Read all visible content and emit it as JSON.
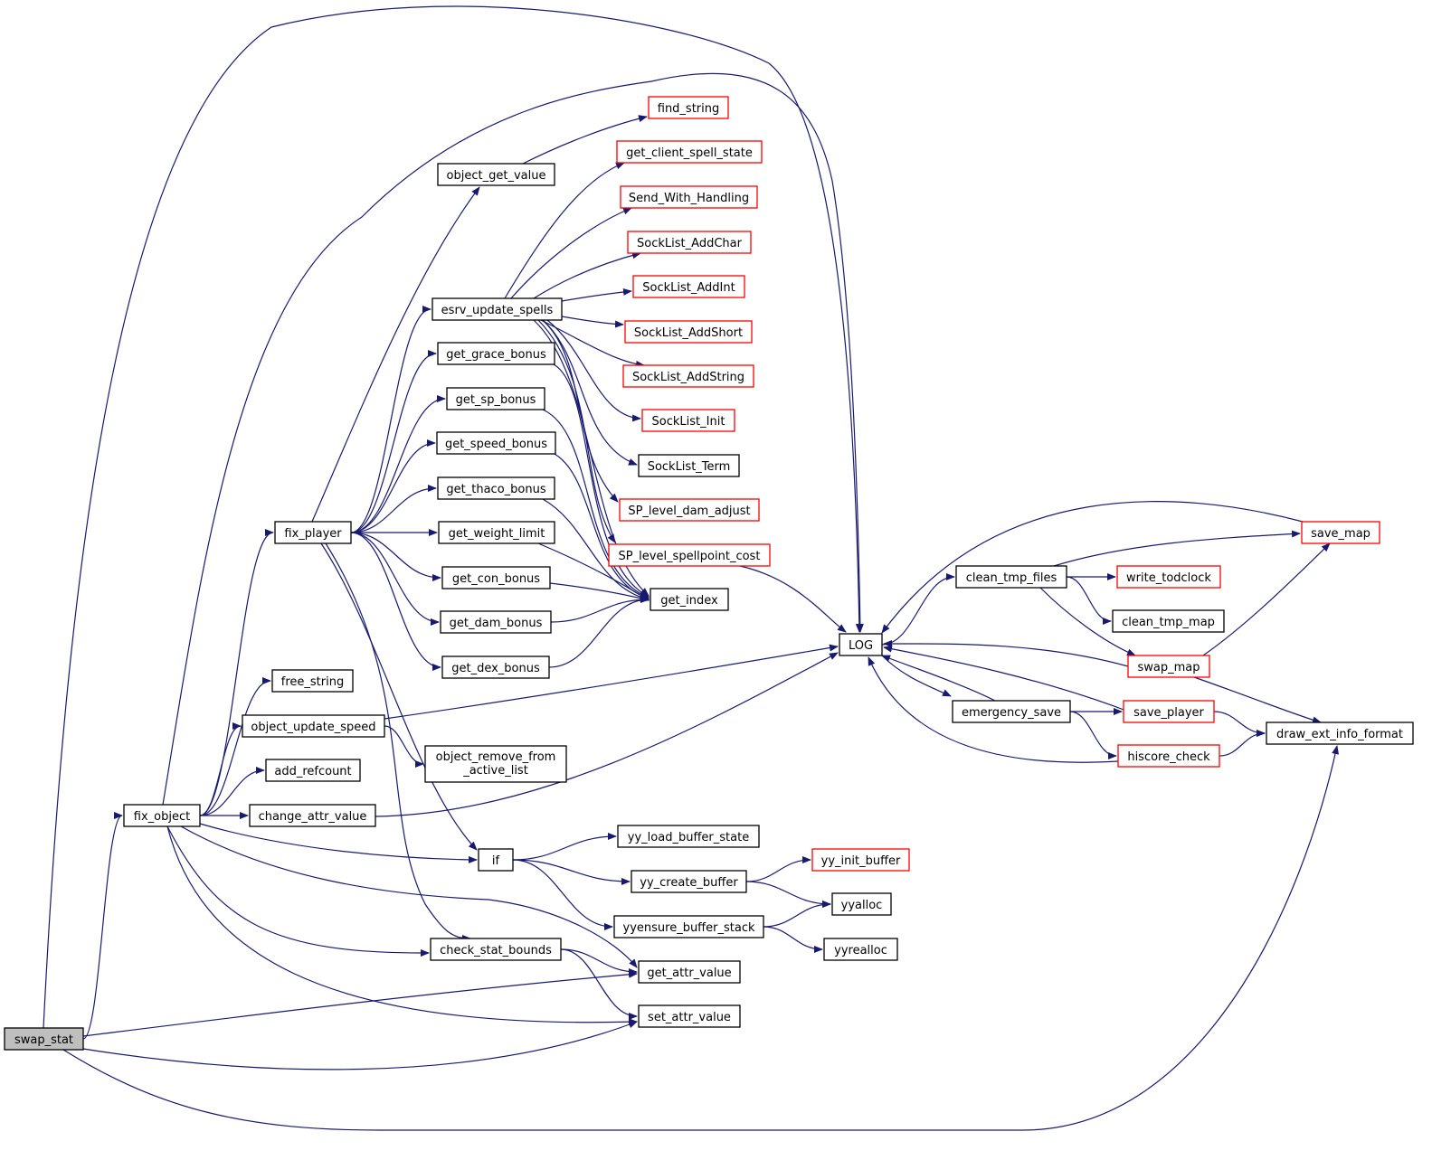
{
  "diagram": {
    "title": "",
    "colors": {
      "edge": "#191970",
      "normal_border": "#000000",
      "truncated_border": "#ff0000",
      "root_fill": "#bfbfbf",
      "node_fill": "#ffffff"
    },
    "nodes": [
      {
        "id": "swap_stat",
        "label": "swap_stat",
        "kind": "root"
      },
      {
        "id": "fix_object",
        "label": "fix_object",
        "kind": "normal"
      },
      {
        "id": "fix_player",
        "label": "fix_player",
        "kind": "normal"
      },
      {
        "id": "free_string",
        "label": "free_string",
        "kind": "normal"
      },
      {
        "id": "object_update_speed",
        "label": "object_update_speed",
        "kind": "normal"
      },
      {
        "id": "add_refcount",
        "label": "add_refcount",
        "kind": "normal"
      },
      {
        "id": "change_attr_value",
        "label": "change_attr_value",
        "kind": "normal"
      },
      {
        "id": "object_get_value",
        "label": "object_get_value",
        "kind": "normal"
      },
      {
        "id": "esrv_update_spells",
        "label": "esrv_update_spells",
        "kind": "normal"
      },
      {
        "id": "get_grace_bonus",
        "label": "get_grace_bonus",
        "kind": "normal"
      },
      {
        "id": "get_sp_bonus",
        "label": "get_sp_bonus",
        "kind": "normal"
      },
      {
        "id": "get_speed_bonus",
        "label": "get_speed_bonus",
        "kind": "normal"
      },
      {
        "id": "get_thaco_bonus",
        "label": "get_thaco_bonus",
        "kind": "normal"
      },
      {
        "id": "get_weight_limit",
        "label": "get_weight_limit",
        "kind": "normal"
      },
      {
        "id": "get_con_bonus",
        "label": "get_con_bonus",
        "kind": "normal"
      },
      {
        "id": "get_dam_bonus",
        "label": "get_dam_bonus",
        "kind": "normal"
      },
      {
        "id": "get_dex_bonus",
        "label": "get_dex_bonus",
        "kind": "normal"
      },
      {
        "id": "object_remove_from_active_list",
        "label": "object_remove_from",
        "label2": "_active_list",
        "kind": "normal"
      },
      {
        "id": "if",
        "label": "if",
        "kind": "normal"
      },
      {
        "id": "check_stat_bounds",
        "label": "check_stat_bounds",
        "kind": "normal"
      },
      {
        "id": "find_string",
        "label": "find_string",
        "kind": "truncated"
      },
      {
        "id": "get_client_spell_state",
        "label": "get_client_spell_state",
        "kind": "truncated"
      },
      {
        "id": "Send_With_Handling",
        "label": "Send_With_Handling",
        "kind": "truncated"
      },
      {
        "id": "SockList_AddChar",
        "label": "SockList_AddChar",
        "kind": "truncated"
      },
      {
        "id": "SockList_AddInt",
        "label": "SockList_AddInt",
        "kind": "truncated"
      },
      {
        "id": "SockList_AddShort",
        "label": "SockList_AddShort",
        "kind": "truncated"
      },
      {
        "id": "SockList_AddString",
        "label": "SockList_AddString",
        "kind": "truncated"
      },
      {
        "id": "SockList_Init",
        "label": "SockList_Init",
        "kind": "truncated"
      },
      {
        "id": "SockList_Term",
        "label": "SockList_Term",
        "kind": "normal"
      },
      {
        "id": "SP_level_dam_adjust",
        "label": "SP_level_dam_adjust",
        "kind": "truncated"
      },
      {
        "id": "SP_level_spellpoint_cost",
        "label": "SP_level_spellpoint_cost",
        "kind": "truncated"
      },
      {
        "id": "get_index",
        "label": "get_index",
        "kind": "normal"
      },
      {
        "id": "yy_load_buffer_state",
        "label": "yy_load_buffer_state",
        "kind": "normal"
      },
      {
        "id": "yy_create_buffer",
        "label": "yy_create_buffer",
        "kind": "normal"
      },
      {
        "id": "yyensure_buffer_stack",
        "label": "yyensure_buffer_stack",
        "kind": "normal"
      },
      {
        "id": "get_attr_value",
        "label": "get_attr_value",
        "kind": "normal"
      },
      {
        "id": "set_attr_value",
        "label": "set_attr_value",
        "kind": "normal"
      },
      {
        "id": "LOG",
        "label": "LOG",
        "kind": "normal"
      },
      {
        "id": "yy_init_buffer",
        "label": "yy_init_buffer",
        "kind": "truncated"
      },
      {
        "id": "yyalloc",
        "label": "yyalloc",
        "kind": "normal"
      },
      {
        "id": "yyrealloc",
        "label": "yyrealloc",
        "kind": "normal"
      },
      {
        "id": "clean_tmp_files",
        "label": "clean_tmp_files",
        "kind": "normal"
      },
      {
        "id": "emergency_save",
        "label": "emergency_save",
        "kind": "normal"
      },
      {
        "id": "save_map",
        "label": "save_map",
        "kind": "truncated"
      },
      {
        "id": "write_todclock",
        "label": "write_todclock",
        "kind": "truncated"
      },
      {
        "id": "clean_tmp_map",
        "label": "clean_tmp_map",
        "kind": "normal"
      },
      {
        "id": "swap_map",
        "label": "swap_map",
        "kind": "truncated"
      },
      {
        "id": "save_player",
        "label": "save_player",
        "kind": "truncated"
      },
      {
        "id": "hiscore_check",
        "label": "hiscore_check",
        "kind": "truncated"
      },
      {
        "id": "draw_ext_info_format",
        "label": "draw_ext_info_format",
        "kind": "normal"
      }
    ],
    "edges": [
      {
        "from": "swap_stat",
        "to": "fix_object"
      },
      {
        "from": "swap_stat",
        "to": "LOG"
      },
      {
        "from": "swap_stat",
        "to": "get_attr_value"
      },
      {
        "from": "swap_stat",
        "to": "set_attr_value"
      },
      {
        "from": "swap_stat",
        "to": "draw_ext_info_format"
      },
      {
        "from": "fix_object",
        "to": "fix_player"
      },
      {
        "from": "fix_object",
        "to": "free_string"
      },
      {
        "from": "fix_object",
        "to": "object_update_speed"
      },
      {
        "from": "fix_object",
        "to": "add_refcount"
      },
      {
        "from": "fix_object",
        "to": "change_attr_value"
      },
      {
        "from": "fix_object",
        "to": "if"
      },
      {
        "from": "fix_object",
        "to": "check_stat_bounds"
      },
      {
        "from": "fix_object",
        "to": "get_attr_value"
      },
      {
        "from": "fix_object",
        "to": "set_attr_value"
      },
      {
        "from": "fix_object",
        "to": "LOG"
      },
      {
        "from": "fix_player",
        "to": "object_get_value"
      },
      {
        "from": "fix_player",
        "to": "esrv_update_spells"
      },
      {
        "from": "fix_player",
        "to": "get_grace_bonus"
      },
      {
        "from": "fix_player",
        "to": "get_sp_bonus"
      },
      {
        "from": "fix_player",
        "to": "get_speed_bonus"
      },
      {
        "from": "fix_player",
        "to": "get_thaco_bonus"
      },
      {
        "from": "fix_player",
        "to": "get_weight_limit"
      },
      {
        "from": "fix_player",
        "to": "get_con_bonus"
      },
      {
        "from": "fix_player",
        "to": "get_dam_bonus"
      },
      {
        "from": "fix_player",
        "to": "get_dex_bonus"
      },
      {
        "from": "fix_player",
        "to": "if"
      },
      {
        "from": "fix_player",
        "to": "check_stat_bounds"
      },
      {
        "from": "object_get_value",
        "to": "find_string"
      },
      {
        "from": "esrv_update_spells",
        "to": "get_client_spell_state"
      },
      {
        "from": "esrv_update_spells",
        "to": "Send_With_Handling"
      },
      {
        "from": "esrv_update_spells",
        "to": "SockList_AddChar"
      },
      {
        "from": "esrv_update_spells",
        "to": "SockList_AddInt"
      },
      {
        "from": "esrv_update_spells",
        "to": "SockList_AddShort"
      },
      {
        "from": "esrv_update_spells",
        "to": "SockList_AddString"
      },
      {
        "from": "esrv_update_spells",
        "to": "SockList_Init"
      },
      {
        "from": "esrv_update_spells",
        "to": "SockList_Term"
      },
      {
        "from": "esrv_update_spells",
        "to": "SP_level_dam_adjust"
      },
      {
        "from": "esrv_update_spells",
        "to": "SP_level_spellpoint_cost"
      },
      {
        "from": "esrv_update_spells",
        "to": "get_index"
      },
      {
        "from": "get_grace_bonus",
        "to": "get_index"
      },
      {
        "from": "get_sp_bonus",
        "to": "get_index"
      },
      {
        "from": "get_speed_bonus",
        "to": "get_index"
      },
      {
        "from": "get_thaco_bonus",
        "to": "get_index"
      },
      {
        "from": "get_weight_limit",
        "to": "get_index"
      },
      {
        "from": "get_con_bonus",
        "to": "get_index"
      },
      {
        "from": "get_dam_bonus",
        "to": "get_index"
      },
      {
        "from": "get_dex_bonus",
        "to": "get_index"
      },
      {
        "from": "SP_level_spellpoint_cost",
        "to": "LOG"
      },
      {
        "from": "object_update_speed",
        "to": "LOG"
      },
      {
        "from": "object_update_speed",
        "to": "object_remove_from_active_list"
      },
      {
        "from": "change_attr_value",
        "to": "LOG"
      },
      {
        "from": "if",
        "to": "yy_load_buffer_state"
      },
      {
        "from": "if",
        "to": "yy_create_buffer"
      },
      {
        "from": "if",
        "to": "yyensure_buffer_stack"
      },
      {
        "from": "yy_create_buffer",
        "to": "yy_init_buffer"
      },
      {
        "from": "yy_create_buffer",
        "to": "yyalloc"
      },
      {
        "from": "yyensure_buffer_stack",
        "to": "yyalloc"
      },
      {
        "from": "yyensure_buffer_stack",
        "to": "yyrealloc"
      },
      {
        "from": "check_stat_bounds",
        "to": "get_attr_value"
      },
      {
        "from": "check_stat_bounds",
        "to": "set_attr_value"
      },
      {
        "from": "LOG",
        "to": "clean_tmp_files"
      },
      {
        "from": "LOG",
        "to": "emergency_save"
      },
      {
        "from": "clean_tmp_files",
        "to": "save_map"
      },
      {
        "from": "clean_tmp_files",
        "to": "write_todclock"
      },
      {
        "from": "clean_tmp_files",
        "to": "clean_tmp_map"
      },
      {
        "from": "clean_tmp_files",
        "to": "swap_map"
      },
      {
        "from": "save_map",
        "to": "LOG"
      },
      {
        "from": "swap_map",
        "to": "LOG"
      },
      {
        "from": "swap_map",
        "to": "save_map"
      },
      {
        "from": "swap_map",
        "to": "draw_ext_info_format"
      },
      {
        "from": "emergency_save",
        "to": "LOG"
      },
      {
        "from": "emergency_save",
        "to": "save_player"
      },
      {
        "from": "emergency_save",
        "to": "hiscore_check"
      },
      {
        "from": "save_player",
        "to": "LOG"
      },
      {
        "from": "save_player",
        "to": "draw_ext_info_format"
      },
      {
        "from": "hiscore_check",
        "to": "LOG"
      },
      {
        "from": "hiscore_check",
        "to": "draw_ext_info_format"
      }
    ]
  }
}
